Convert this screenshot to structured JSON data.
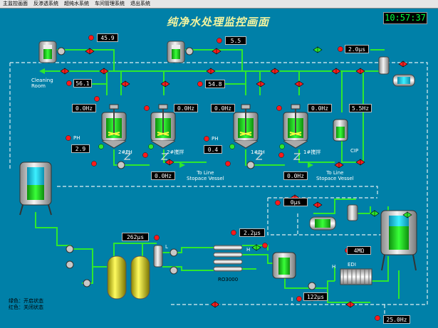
{
  "menu": {
    "items": [
      "主监控画面",
      "反渗透系统",
      "超纯水系统",
      "车间管理系统",
      "退出系统"
    ]
  },
  "header": {
    "title": "纯净水处理监控画面",
    "clock": "10:57:37"
  },
  "readouts": {
    "top_left_flow": "45.9",
    "top_mid_flow": "5.5",
    "top_right_conductivity": "2.0μs",
    "supply_left": "56.1",
    "supply_mid": "54.8",
    "tank1_freq": "0.0Hz",
    "tank2_freq": "0.0Hz",
    "tank3_freq": "0.0Hz",
    "tank4_freq": "0.0Hz",
    "cip_freq": "5.5Hz",
    "ph_left": "2.9",
    "ph_mid": "0.4",
    "pump_left_freq": "0.0Hz",
    "pump_mid_freq": "0.0Hz",
    "edi_inlet_conductivity": "0μs",
    "ro_feed_conductivity": "262μs",
    "ro_product_conductivity": "2.2μs",
    "edi_resistivity": "4MΩ",
    "edi_conductivity": "122μs",
    "bottom_right_freq": "25.0Hz"
  },
  "labels": {
    "cleaning_room": "Cleaning\nRoom",
    "ph": "PH",
    "tank2_ph": "2#PH",
    "tank2_mix": "2#搅拌",
    "tank1_ph": "1#PH",
    "tank1_mix": "1#搅拌",
    "cip": "CIP",
    "to_line_left": "To Line\nStopace Vessel",
    "to_line_right": "To Line\nStopace Vessel",
    "ro": "RO3000",
    "edi": "EDI",
    "l": "L",
    "h": "H"
  },
  "legend": {
    "green": "绿色：开启状态",
    "red": "红色：关闭状态"
  },
  "colors": {
    "background": "#0080a8",
    "pipe": "#2ee82e",
    "pipe_dashed": "#dfeef2",
    "tank_liquid": "#1fd11f",
    "tank_upper": "#19c8e8",
    "alarm_red": "#ff1a1a",
    "display_bg": "#000000"
  }
}
